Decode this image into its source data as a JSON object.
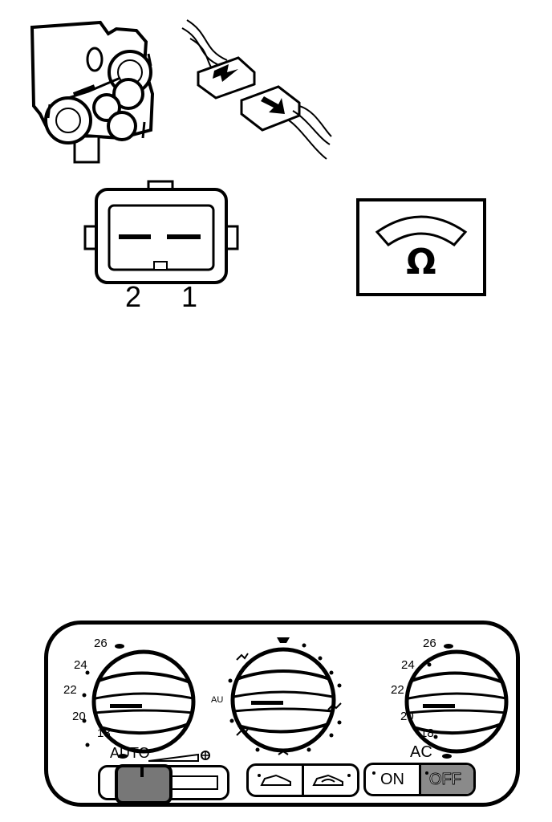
{
  "connector": {
    "pin_left": "2",
    "pin_right": "1"
  },
  "meter": {
    "symbol": "Ω"
  },
  "control_panel": {
    "left_dial": {
      "temps": [
        "26",
        "24",
        "22",
        "20",
        "18"
      ]
    },
    "center_dial": {
      "selected_label": "AU"
    },
    "right_dial": {
      "temps": [
        "26",
        "24",
        "22",
        "20",
        "18"
      ]
    },
    "fan_slider_label": "AUTO",
    "ac_label": "AC",
    "ac_on": "ON",
    "ac_off": "OFF"
  }
}
